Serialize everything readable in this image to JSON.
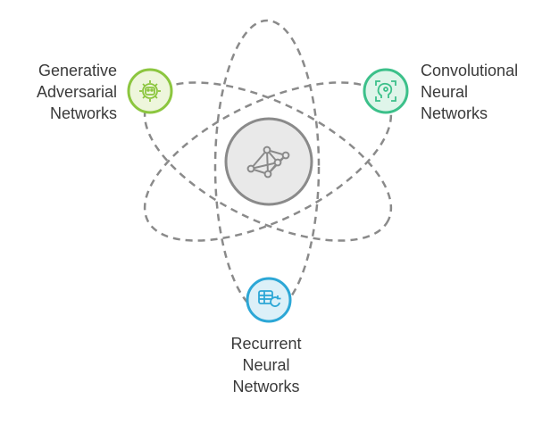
{
  "diagram": {
    "center": {
      "icon": "neural-network-icon",
      "color": "#8a8a8a"
    },
    "nodes": [
      {
        "id": "gan",
        "lines": [
          "Generative",
          "Adversarial",
          "Networks"
        ],
        "icon": "robot-gear-icon",
        "color": "#8cc63f",
        "fill": "#eef6dc"
      },
      {
        "id": "cnn",
        "lines": [
          "Convolutional",
          "Neural",
          "Networks"
        ],
        "icon": "scan-head-icon",
        "color": "#3cc08a",
        "fill": "#dff5ea"
      },
      {
        "id": "rnn",
        "lines": [
          "Recurrent",
          "Neural",
          "Networks"
        ],
        "icon": "loop-list-icon",
        "color": "#2ca7d6",
        "fill": "#dcf0f8"
      }
    ],
    "orbit_color": "#8a8a8a"
  }
}
